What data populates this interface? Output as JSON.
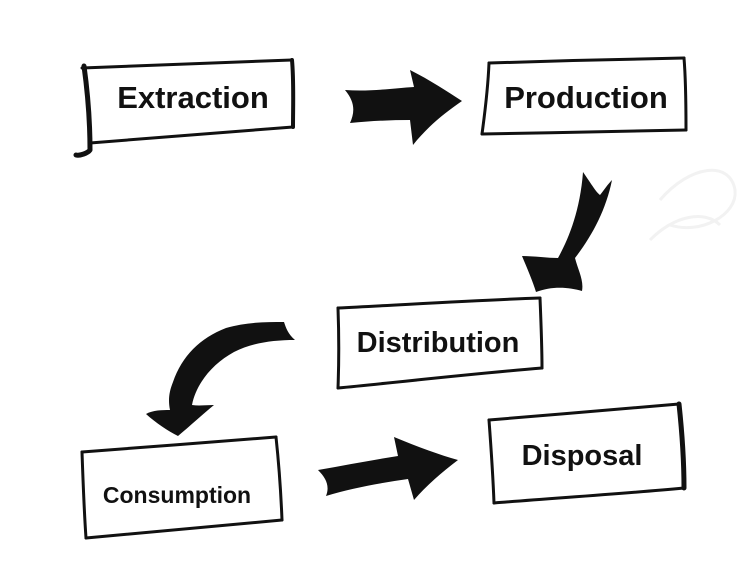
{
  "diagram": {
    "stages": {
      "extraction": "Extraction",
      "production": "Production",
      "distribution": "Distribution",
      "consumption": "Consumption",
      "disposal": "Disposal"
    },
    "colors": {
      "ink": "#111111",
      "background": "#ffffff",
      "faint_mark": "#f2f2f2"
    },
    "flow": [
      [
        "extraction",
        "production"
      ],
      [
        "production",
        "distribution"
      ],
      [
        "distribution",
        "consumption"
      ],
      [
        "consumption",
        "disposal"
      ]
    ]
  }
}
